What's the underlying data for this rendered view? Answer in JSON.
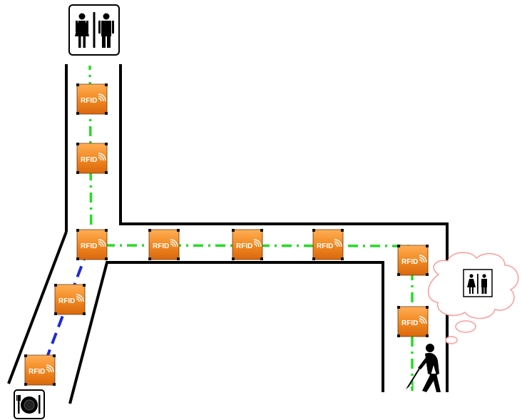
{
  "tags": [
    {
      "id": "t1",
      "label": "RFID"
    },
    {
      "id": "t2",
      "label": "RFID"
    },
    {
      "id": "t3",
      "label": "RFID"
    },
    {
      "id": "t4",
      "label": "RFID"
    },
    {
      "id": "t5",
      "label": "RFID"
    },
    {
      "id": "t6",
      "label": "RFID"
    },
    {
      "id": "t7",
      "label": "RFID"
    },
    {
      "id": "t8",
      "label": "RFID"
    },
    {
      "id": "t9",
      "label": "RFID"
    },
    {
      "id": "t10",
      "label": "RFID"
    }
  ],
  "icons": {
    "restroom": "restroom-sign-icon",
    "restaurant": "restaurant-sign-icon",
    "walker": "blind-person-with-cane-icon",
    "thought": "thought-bubble-restroom-icon"
  },
  "colors": {
    "wall": "#000000",
    "route_to_restroom": "#22dd22",
    "route_to_restaurant": "#1e2ad8",
    "tag_fill": "#f08a24"
  }
}
